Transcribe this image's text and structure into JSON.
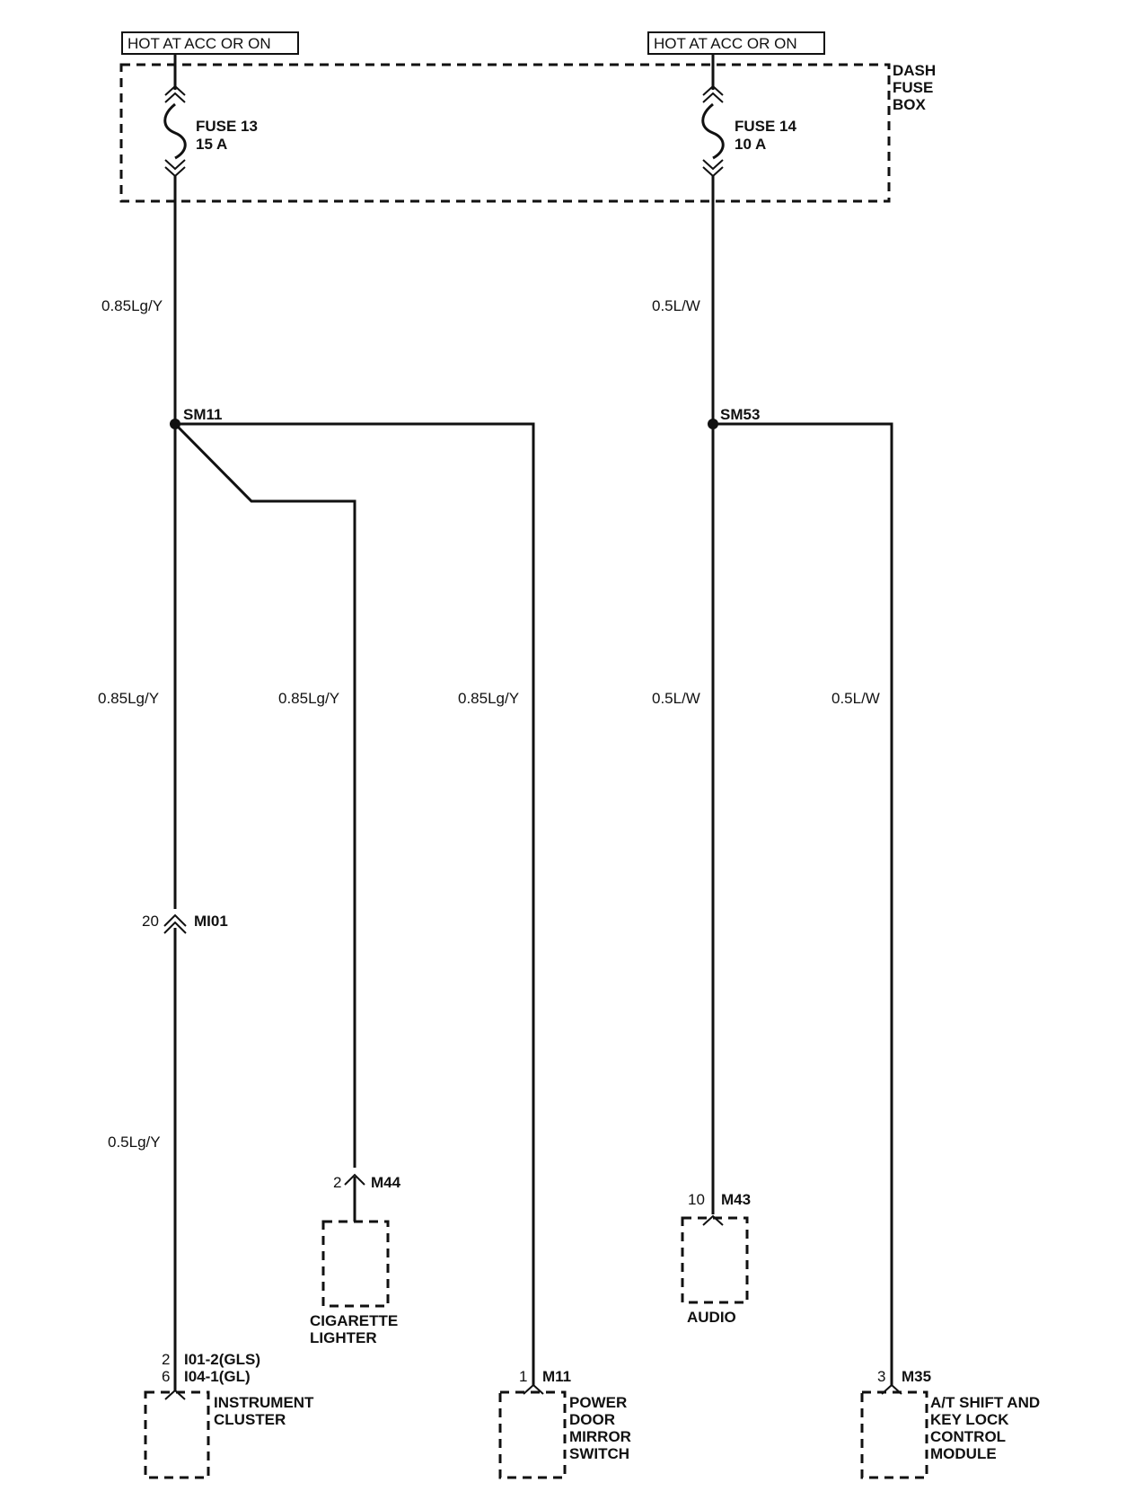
{
  "power": {
    "left_label": "HOT AT ACC OR ON",
    "right_label": "HOT AT ACC OR ON"
  },
  "fuse_box": {
    "label_lines": [
      "DASH",
      "FUSE",
      "BOX"
    ],
    "fuse_13": {
      "name": "FUSE 13",
      "rating": "15 A"
    },
    "fuse_14": {
      "name": "FUSE 14",
      "rating": "10 A"
    }
  },
  "splices": {
    "left": "SM11",
    "right": "SM53"
  },
  "wires": {
    "left_upper": "0.85Lg/Y",
    "right_upper": "0.5L/W",
    "instrument_upper": "0.85Lg/Y",
    "instrument_lower": "0.5Lg/Y",
    "lighter": "0.85Lg/Y",
    "mirror": "0.85Lg/Y",
    "audio": "0.5L/W",
    "at_shift": "0.5L/W"
  },
  "connectors": {
    "mi01": {
      "pin": "20",
      "name": "MI01"
    },
    "m44": {
      "pin": "2",
      "name": "M44"
    },
    "m43": {
      "pin": "10",
      "name": "M43"
    },
    "instrument": {
      "pins": [
        "2",
        "6"
      ],
      "names": [
        "I01-2(GLS)",
        "I04-1(GL)"
      ]
    },
    "m11": {
      "pin": "1",
      "name": "M11"
    },
    "m35": {
      "pin": "3",
      "name": "M35"
    }
  },
  "components": {
    "cigarette_lighter": [
      "CIGARETTE",
      "LIGHTER"
    ],
    "audio": [
      "AUDIO"
    ],
    "instrument_cluster": [
      "INSTRUMENT",
      "CLUSTER"
    ],
    "power_door_mirror_switch": [
      "POWER",
      "DOOR",
      "MIRROR",
      "SWITCH"
    ],
    "at_shift_module": [
      "A/T SHIFT AND",
      "KEY  LOCK",
      "CONTROL",
      "MODULE"
    ]
  }
}
